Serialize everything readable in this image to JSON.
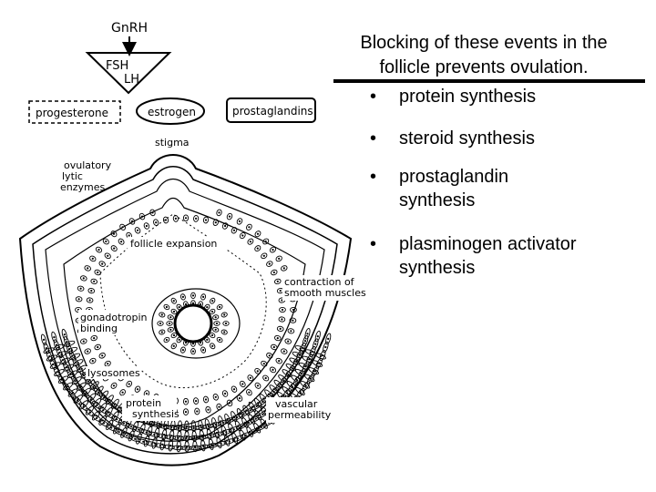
{
  "diagram": {
    "labels": {
      "gnrh": "GnRH",
      "fsh": "FSH",
      "lh": "LH",
      "progesterone": "progesterone",
      "estrogen": "estrogen",
      "prostaglandins": "prostaglandins",
      "stigma": "stigma",
      "ovulatory_1": "ovulatory",
      "ovulatory_2": "lytic",
      "ovulatory_3": "enzymes",
      "follicle_expansion": "follicle expansion",
      "contraction_1": "contraction of",
      "contraction_2": "smooth muscles",
      "gonadotropin_1": "gonadotropin",
      "gonadotropin_2": "binding",
      "lysosomes": "lysosomes",
      "protein_1": "protein",
      "protein_2": "synthesis",
      "vascular_1": "vascular",
      "vascular_2": "permeability"
    }
  },
  "panel": {
    "title_line1": "Blocking of these events in the",
    "title_line2": "follicle prevents ovulation.",
    "bullet_glyph": "•",
    "bullets": [
      {
        "line1": "protein synthesis",
        "line2": ""
      },
      {
        "line1": "steroid synthesis",
        "line2": ""
      },
      {
        "line1": "prostaglandin",
        "line2": "synthesis"
      },
      {
        "line1": "plasminogen activator",
        "line2": "synthesis"
      }
    ]
  }
}
